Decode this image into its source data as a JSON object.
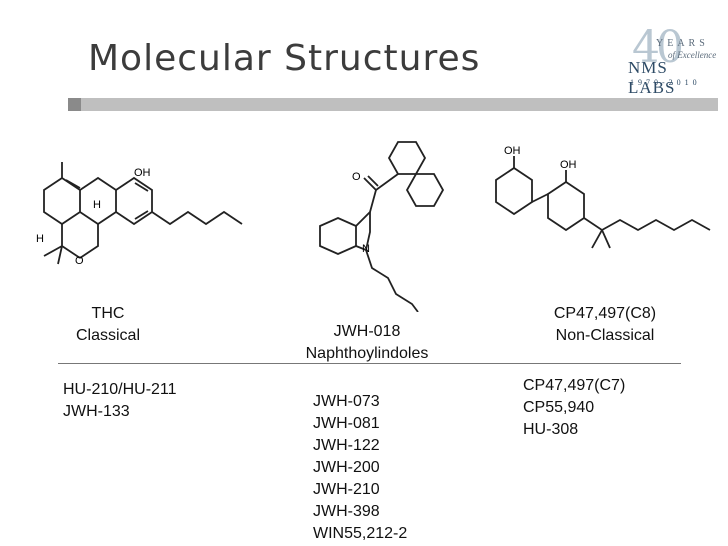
{
  "slide": {
    "title": "Molecular Structures",
    "logo": {
      "number": "40",
      "years": "YEARS",
      "tagline": "of Excellence",
      "name": "NMS LABS",
      "range": "1970-2010"
    }
  },
  "structures": {
    "thc": {
      "name": "THC",
      "class": "Classical",
      "atoms": {
        "oh": "OH",
        "h1": "H",
        "h2": "H",
        "o": "O"
      }
    },
    "jwh018": {
      "name": "JWH-018",
      "class": "Naphthoylindoles",
      "atoms": {
        "o": "O",
        "n": "N"
      }
    },
    "cp47497": {
      "name": "CP47,497(C8)",
      "class": "Non-Classical",
      "atoms": {
        "oh1": "OH",
        "oh2": "OH"
      }
    }
  },
  "lists": {
    "classical": [
      "HU-210/HU-211",
      "JWH-133"
    ],
    "naphthoylindoles": [
      "JWH-073",
      "JWH-081",
      "JWH-122",
      "JWH-200",
      "JWH-210",
      "JWH-398",
      "WIN55,212-2"
    ],
    "non_classical": [
      "CP47,497(C7)",
      "CP55,940",
      "HU-308"
    ]
  }
}
